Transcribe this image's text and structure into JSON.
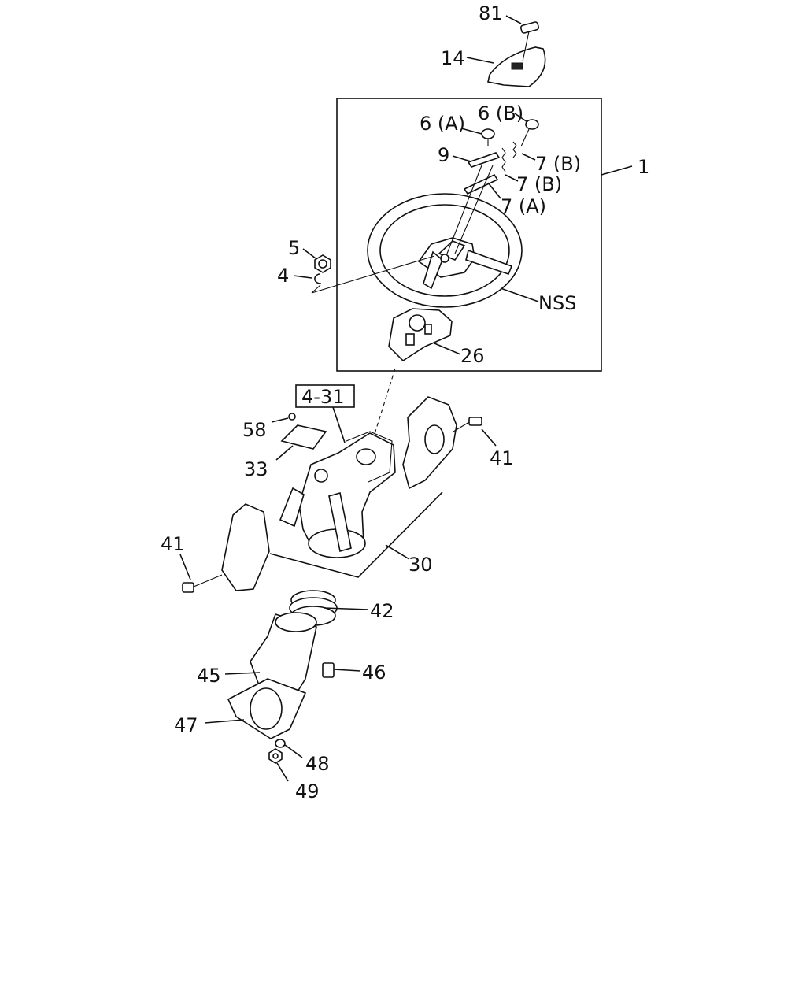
{
  "callouts": {
    "c81": "81",
    "c14": "14",
    "c6a": "6 (A)",
    "c6b": "6 (B)",
    "c9": "9",
    "c7b1": "7 (B)",
    "c7b2": "7 (B)",
    "c7a": "7 (A)",
    "c1": "1",
    "c5": "5",
    "c4": "4",
    "cnss": "NSS",
    "c26": "26",
    "c431": "4-31",
    "c58": "58",
    "c33": "33",
    "c41r": "41",
    "c41l": "41",
    "c30": "30",
    "c42": "42",
    "c45": "45",
    "c46": "46",
    "c47": "47",
    "c48": "48",
    "c49": "49"
  }
}
